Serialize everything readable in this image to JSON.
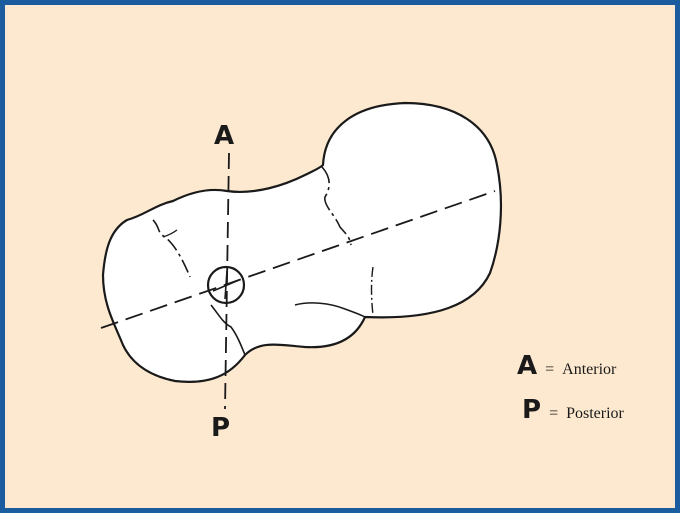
{
  "diagram": {
    "axis_labels": {
      "top": "A",
      "bottom": "P"
    },
    "legend": [
      {
        "letter": "A",
        "equals": "=",
        "meaning": "Anterior"
      },
      {
        "letter": "P",
        "equals": "=",
        "meaning": "Posterior"
      }
    ],
    "colors": {
      "border": "#1a5c9e",
      "background": "#fde9cf",
      "shape_fill": "#ffffff",
      "stroke": "#1a1a1a"
    }
  }
}
